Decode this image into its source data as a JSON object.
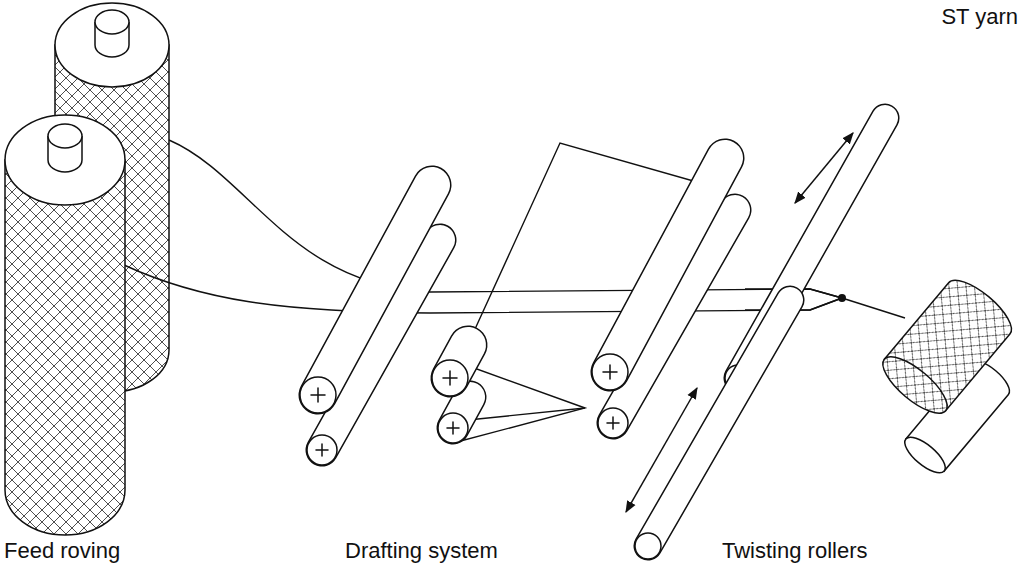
{
  "diagram": {
    "labels": [
      "Feed roving",
      "Drafting system",
      "Twisting rollers",
      "ST yarn"
    ]
  }
}
